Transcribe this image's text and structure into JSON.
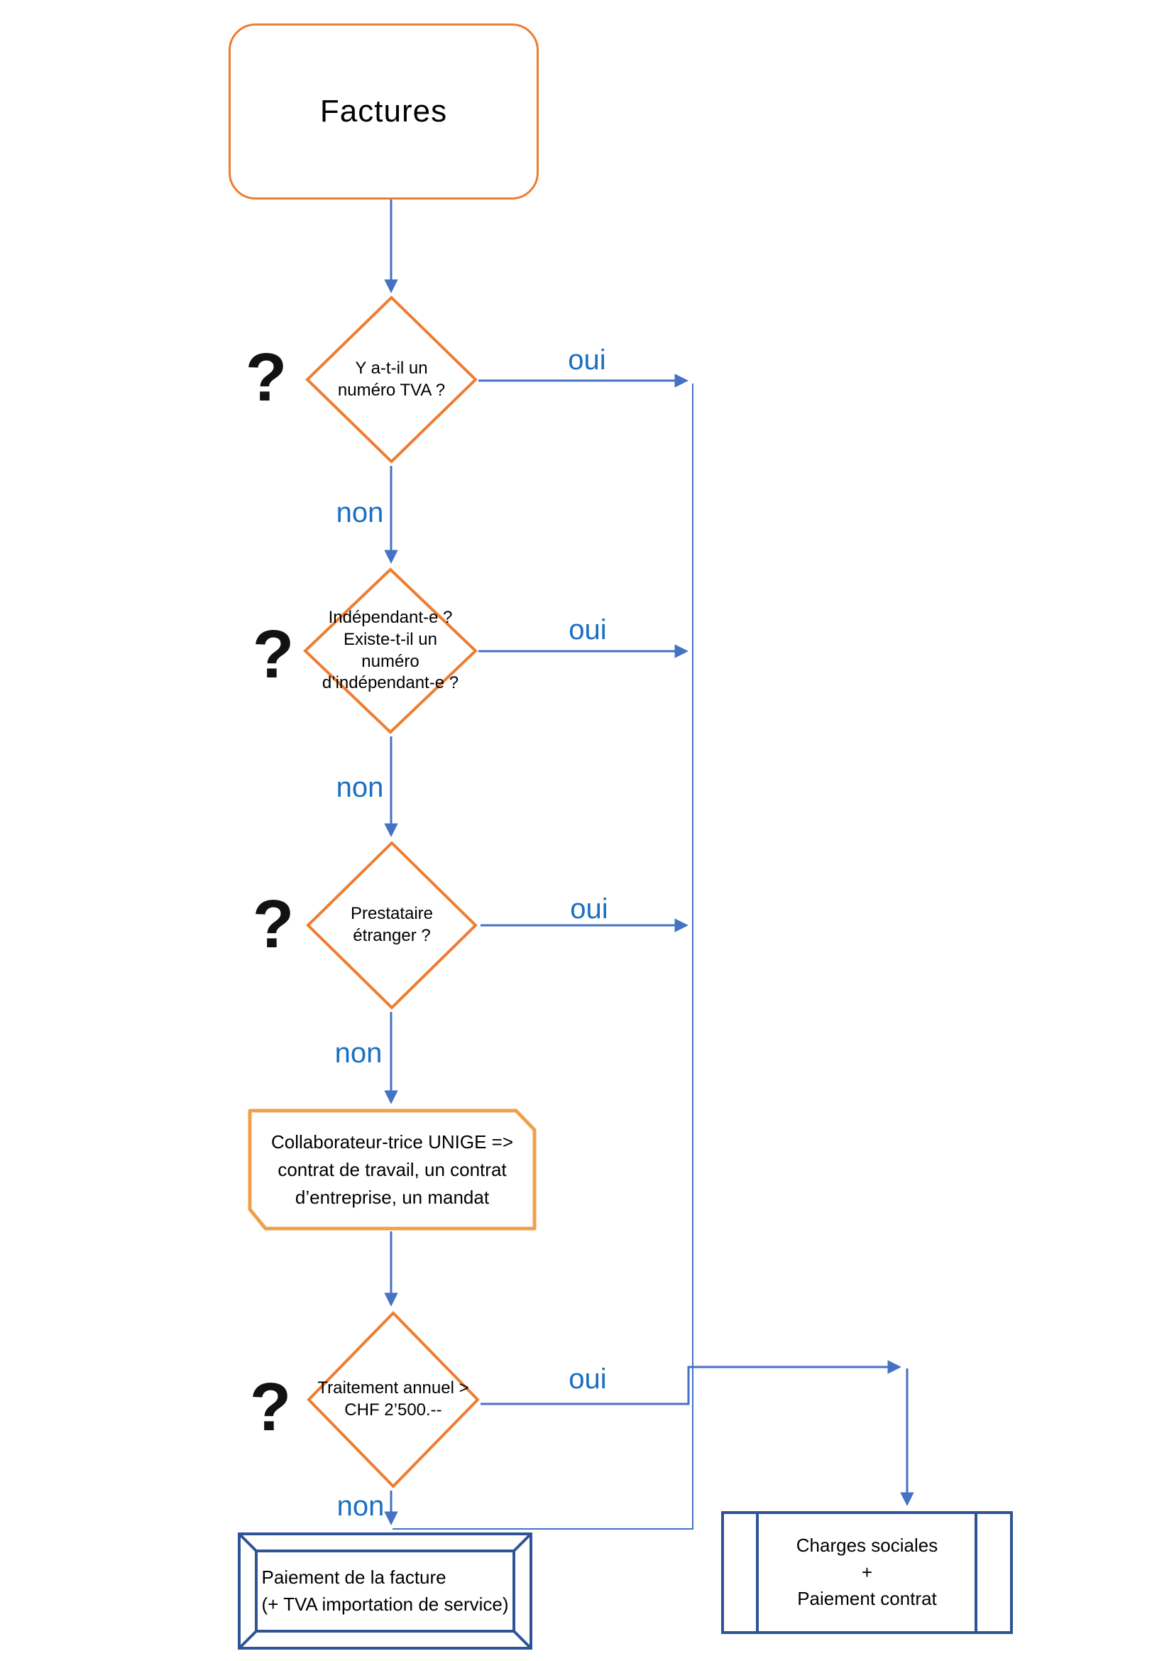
{
  "colors": {
    "shape_orange": "#ED7D31",
    "plaque_orange": "#F0A04A",
    "line_blue": "#4472C4",
    "label_blue": "#1B6FC1",
    "navy_blue": "#2F5496"
  },
  "nodes": {
    "start": {
      "text": "Factures"
    },
    "d1": {
      "text": "Y a-t-il un\nnuméro TVA ?"
    },
    "d2": {
      "text": "Indépendant-e ?\nExiste-t-il un\nnuméro\nd’indépendant-e ?"
    },
    "d3": {
      "text": "Prestataire\nétranger ?"
    },
    "d4": {
      "text": "Traitement annuel >\nCHF 2’500.--"
    },
    "plaque": {
      "text": "Collaborateur-trice UNIGE =>\ncontrat de travail, un contrat\nd’entreprise, un mandat"
    },
    "paiement": {
      "text": "Paiement de la facture\n(+ TVA importation de service)"
    },
    "charges": {
      "text": "Charges sociales\n+\nPaiement contrat"
    }
  },
  "labels": {
    "oui": "oui",
    "non": "non",
    "qmark": "?"
  }
}
